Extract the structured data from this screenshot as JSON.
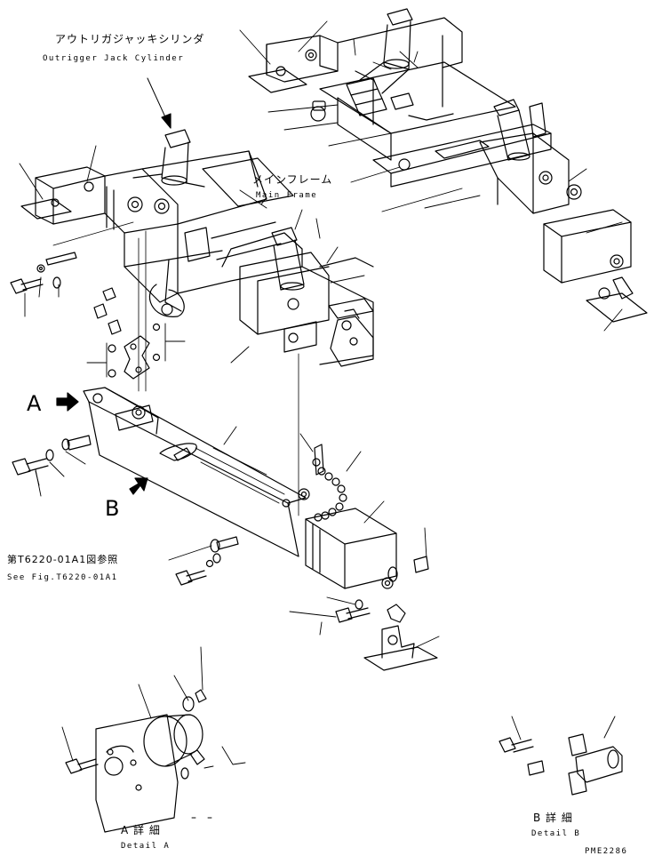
{
  "labels": {
    "outrigger_jp": "アウトリガジャッキシリンダ",
    "outrigger_en": "Outrigger Jack Cylinder",
    "mainframe_jp": "メインフレーム",
    "mainframe_en": "Main Frame",
    "arrow_a": "A",
    "arrow_b": "B",
    "seefig_jp": "第T6220-01A1図参照",
    "seefig_en": "See Fig.T6220-01A1",
    "detail_a_jp": "A 詳 細",
    "detail_a_en": "Detail A",
    "detail_b_jp": "B 詳 細",
    "detail_b_en": "Detail B",
    "drawing_no": "PME2286"
  },
  "colors": {
    "ink": "#000000",
    "paper": "#ffffff"
  }
}
